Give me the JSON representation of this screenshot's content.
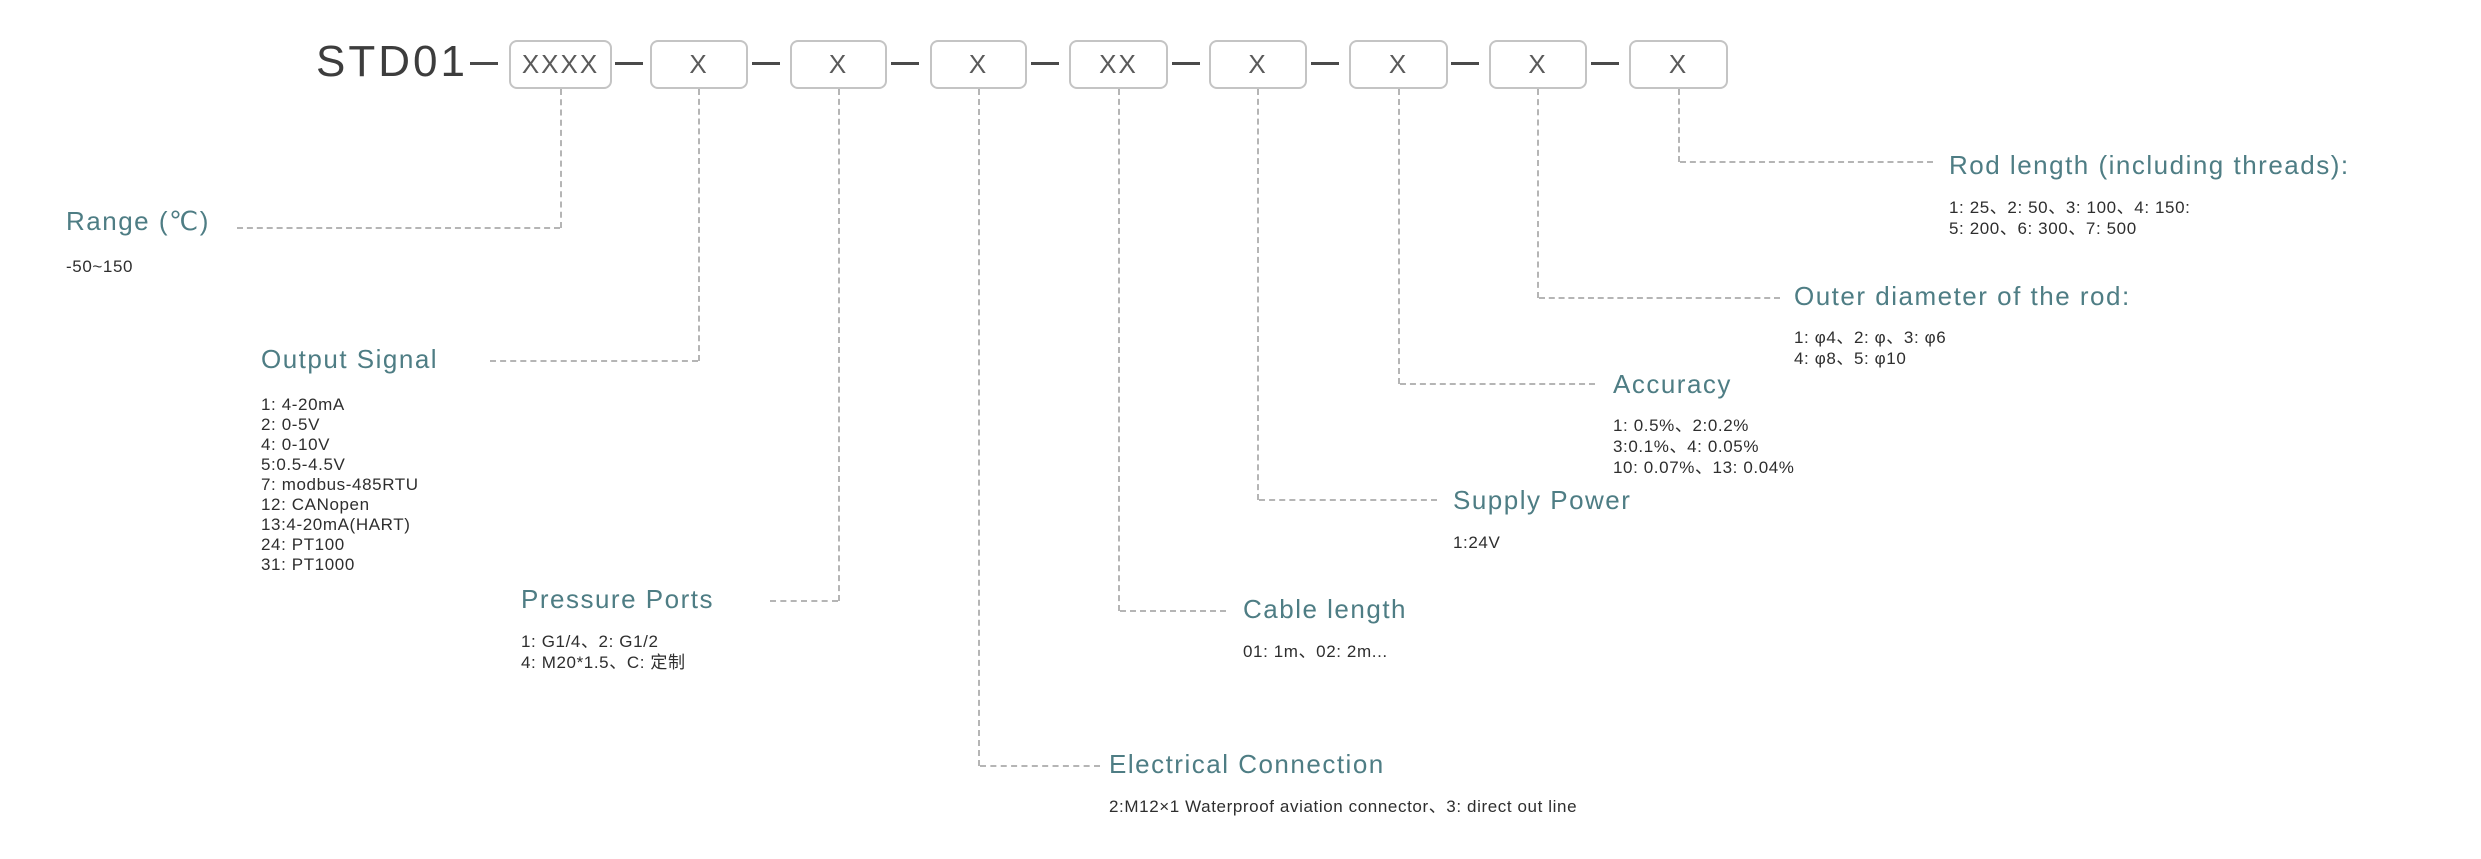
{
  "model": {
    "prefix": "STD01",
    "boxes": [
      "XXXX",
      "X",
      "X",
      "X",
      "XX",
      "X",
      "X",
      "X",
      "X"
    ]
  },
  "labels": [
    {
      "title": "Range (℃)",
      "lines": [
        "-50~150"
      ]
    },
    {
      "title": "Output Signal",
      "lines": [
        "1: 4-20mA",
        "2: 0-5V",
        "4: 0-10V",
        "5:0.5-4.5V",
        "7: modbus-485RTU",
        "12: CANopen",
        "13:4-20mA(HART)",
        "24: PT100",
        "31: PT1000"
      ]
    },
    {
      "title": "Pressure Ports",
      "lines": [
        "1: G1/4、2: G1/2",
        "4: M20*1.5、C: 定制"
      ]
    },
    {
      "title": "Electrical Connection",
      "lines": [
        "2:M12×1 Waterproof aviation connector、3: direct out line"
      ]
    },
    {
      "title": "Cable length",
      "lines": [
        "01: 1m、02: 2m..."
      ]
    },
    {
      "title": "Supply Power",
      "lines": [
        "1:24V"
      ]
    },
    {
      "title": "Accuracy",
      "lines": [
        "1: 0.5%、2:0.2%",
        "3:0.1%、4: 0.05%",
        "10: 0.07%、13: 0.04%"
      ]
    },
    {
      "title": "Outer diameter of the rod:",
      "lines": [
        "1: φ4、2: φ、3: φ6",
        "4: φ8、5: φ10"
      ]
    },
    {
      "title": "Rod length (including threads):",
      "lines": [
        "1: 25、2: 50、3: 100、4: 150:",
        "5: 200、6: 300、7: 500"
      ]
    }
  ],
  "colors": {
    "heading": "#4e7d84",
    "line": "#b5b5b5",
    "box_border": "#c4c4c4"
  }
}
